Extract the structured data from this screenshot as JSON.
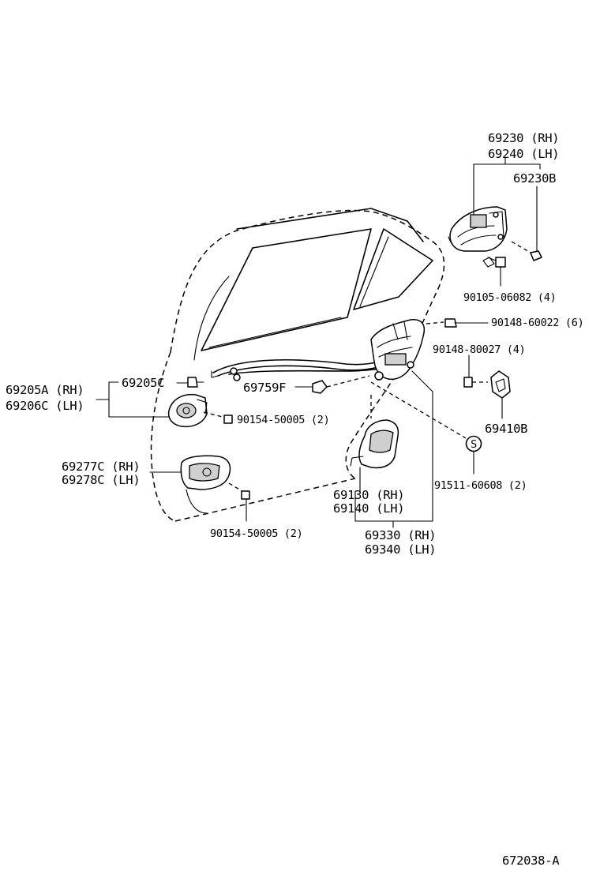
{
  "diagram_id": "672038-A",
  "labels": {
    "outside_handle_rh": "69230 (RH)",
    "outside_handle_lh": "69240 (LH)",
    "handle_pad": "69230B",
    "bolt_a": "90105-06082 (4)",
    "screw_a": "90148-60022 (6)",
    "screw_b": "90148-80027 (4)",
    "striker": "69410B",
    "screw_s": "91511-60608 (2)",
    "lock_rh": "69130 (RH)",
    "lock_lh": "69140 (LH)",
    "lock_assy_rh": "69330 (RH)",
    "lock_assy_lh": "69340 (LH)",
    "rod_clip": "69759F",
    "bezel_rh": "69205A (RH)",
    "bezel_lh": "69206C (LH)",
    "bezel_pad": "69205C",
    "screw_c": "90154-50005 (2)",
    "inside_handle_rh": "69277C (RH)",
    "inside_handle_lh": "69278C (LH)",
    "screw_d": "90154-50005 (2)",
    "symbol_s": "S"
  }
}
